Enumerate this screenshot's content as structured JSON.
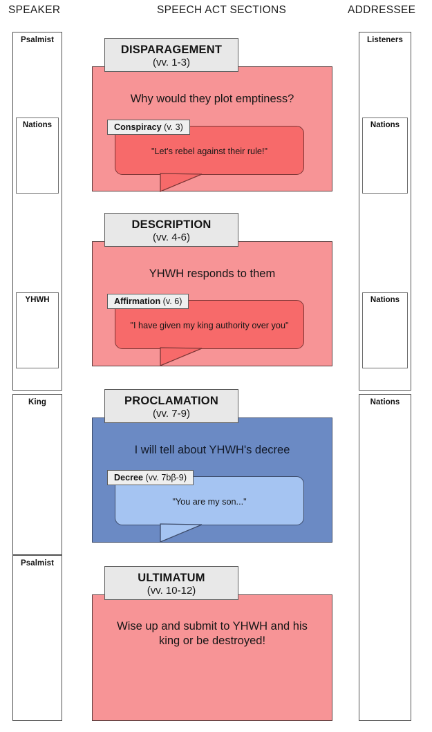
{
  "columns": {
    "speaker_header": "SPEAKER",
    "sections_header": "SPEECH ACT SECTIONS",
    "addressee_header": "ADDRESSEE"
  },
  "speaker_boxes": [
    {
      "label": "Psalmist"
    },
    {
      "label": "Nations"
    },
    {
      "label": "YHWH"
    },
    {
      "label": "King"
    },
    {
      "label": "Psalmist"
    }
  ],
  "addressee_boxes": [
    {
      "label": "Listeners"
    },
    {
      "label": "Nations"
    },
    {
      "label": "Nations"
    },
    {
      "label": "Nations"
    }
  ],
  "sections": [
    {
      "title": "DISPARAGEMENT",
      "verses": "(vv. 1-3)",
      "summary": "Why would they plot emptiness?",
      "bubble_label_name": "Conspiracy",
      "bubble_label_verses": "(v. 3)",
      "bubble_text": "\"Let's rebel against their rule!\"",
      "panel_color": "#F79496",
      "bubble_color": "#F76A6A"
    },
    {
      "title": "DESCRIPTION",
      "verses": "(vv. 4-6)",
      "summary": "YHWH responds to them",
      "bubble_label_name": "Affirmation",
      "bubble_label_verses": "(v. 6)",
      "bubble_text": "\"I have given my king authority over you\"",
      "panel_color": "#F79496",
      "bubble_color": "#F76A6A"
    },
    {
      "title": "PROCLAMATION",
      "verses": "(vv. 7-9)",
      "summary": "I will tell about YHWH's decree",
      "bubble_label_name": "Decree",
      "bubble_label_verses": "(vv. 7bβ-9)",
      "bubble_text": "\"You are my son...\"",
      "panel_color": "#6B8AC4",
      "bubble_color": "#A5C4F2"
    },
    {
      "title": "ULTIMATUM",
      "verses": "(vv. 10-12)",
      "summary": "Wise up and submit to YHWH and his king or be destroyed!",
      "bubble_label_name": "",
      "bubble_label_verses": "",
      "bubble_text": "",
      "panel_color": "#F79496",
      "bubble_color": ""
    }
  ]
}
